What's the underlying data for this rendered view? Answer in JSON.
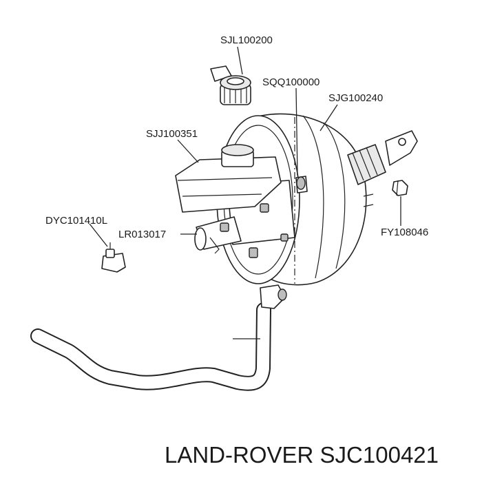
{
  "labels": {
    "sjl100200": "SJL100200",
    "sqq100000": "SQQ100000",
    "sjg100240": "SJG100240",
    "sjj100351": "SJJ100351",
    "dyc101410l": "DYC101410L",
    "lr013017": "LR013017",
    "fy108046": "FY108046"
  },
  "footer": {
    "title": "LAND-ROVER SJC100421"
  }
}
